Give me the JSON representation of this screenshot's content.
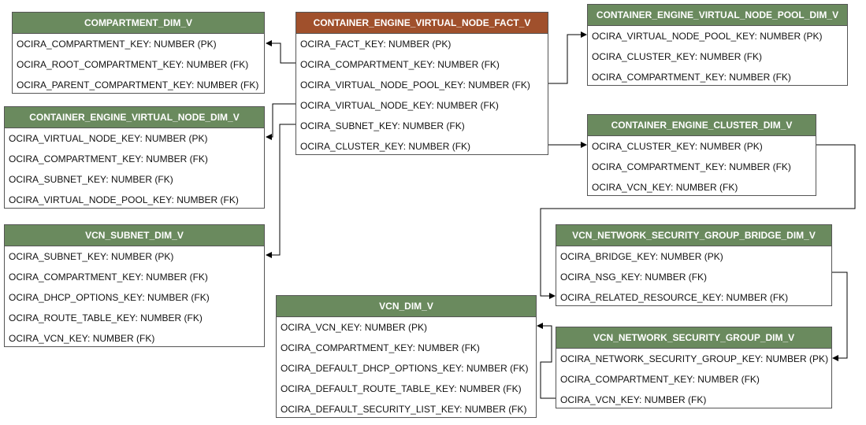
{
  "tables": {
    "compartment": {
      "title": "COMPARTMENT_DIM_V",
      "rows": [
        "OCIRA_COMPARTMENT_KEY: NUMBER (PK)",
        "OCIRA_ROOT_COMPARTMENT_KEY: NUMBER (FK)",
        "OCIRA_PARENT_COMPARTMENT_KEY: NUMBER (FK)"
      ]
    },
    "fact": {
      "title": "CONTAINER_ENGINE_VIRTUAL_NODE_FACT_V",
      "rows": [
        "OCIRA_FACT_KEY: NUMBER (PK)",
        "OCIRA_COMPARTMENT_KEY: NUMBER (FK)",
        "OCIRA_VIRTUAL_NODE_POOL_KEY: NUMBER (FK)",
        "OCIRA_VIRTUAL_NODE_KEY: NUMBER (FK)",
        "OCIRA_SUBNET_KEY: NUMBER (FK)",
        "OCIRA_CLUSTER_KEY: NUMBER (FK)"
      ]
    },
    "node_pool": {
      "title": "CONTAINER_ENGINE_VIRTUAL_NODE_POOL_DIM_V",
      "rows": [
        "OCIRA_VIRTUAL_NODE_POOL_KEY: NUMBER (PK)",
        "OCIRA_CLUSTER_KEY: NUMBER (FK)",
        "OCIRA_COMPARTMENT_KEY: NUMBER (FK)"
      ]
    },
    "virtual_node": {
      "title": "CONTAINER_ENGINE_VIRTUAL_NODE_DIM_V",
      "rows": [
        "OCIRA_VIRTUAL_NODE_KEY: NUMBER (PK)",
        "OCIRA_COMPARTMENT_KEY: NUMBER (FK)",
        "OCIRA_SUBNET_KEY: NUMBER (FK)",
        "OCIRA_VIRTUAL_NODE_POOL_KEY: NUMBER (FK)"
      ]
    },
    "cluster": {
      "title": "CONTAINER_ENGINE_CLUSTER_DIM_V",
      "rows": [
        "OCIRA_CLUSTER_KEY: NUMBER (PK)",
        "OCIRA_COMPARTMENT_KEY: NUMBER (FK)",
        "OCIRA_VCN_KEY: NUMBER (FK)"
      ]
    },
    "subnet": {
      "title": "VCN_SUBNET_DIM_V",
      "rows": [
        "OCIRA_SUBNET_KEY: NUMBER (PK)",
        "OCIRA_COMPARTMENT_KEY: NUMBER (FK)",
        "OCIRA_DHCP_OPTIONS_KEY: NUMBER (FK)",
        "OCIRA_ROUTE_TABLE_KEY: NUMBER (FK)",
        "OCIRA_VCN_KEY: NUMBER (FK)"
      ]
    },
    "nsg_bridge": {
      "title": "VCN_NETWORK_SECURITY_GROUP_BRIDGE_DIM_V",
      "rows": [
        "OCIRA_BRIDGE_KEY: NUMBER (PK)",
        "OCIRA_NSG_KEY: NUMBER (FK)",
        "OCIRA_RELATED_RESOURCE_KEY: NUMBER (FK)"
      ]
    },
    "vcn": {
      "title": "VCN_DIM_V",
      "rows": [
        "OCIRA_VCN_KEY: NUMBER (PK)",
        "OCIRA_COMPARTMENT_KEY: NUMBER (FK)",
        "OCIRA_DEFAULT_DHCP_OPTIONS_KEY: NUMBER (FK)",
        "OCIRA_DEFAULT_ROUTE_TABLE_KEY: NUMBER (FK)",
        "OCIRA_DEFAULT_SECURITY_LIST_KEY: NUMBER (FK)"
      ]
    },
    "nsg": {
      "title": "VCN_NETWORK_SECURITY_GROUP_DIM_V",
      "rows": [
        "OCIRA_NETWORK_SECURITY_GROUP_KEY: NUMBER (PK)",
        "OCIRA_COMPARTMENT_KEY: NUMBER (FK)",
        "OCIRA_VCN_KEY: NUMBER (FK)"
      ]
    }
  },
  "colors": {
    "dimension_header": "#6a8a5e",
    "fact_header": "#a0502c",
    "border": "#555555",
    "connector": "#000000"
  }
}
